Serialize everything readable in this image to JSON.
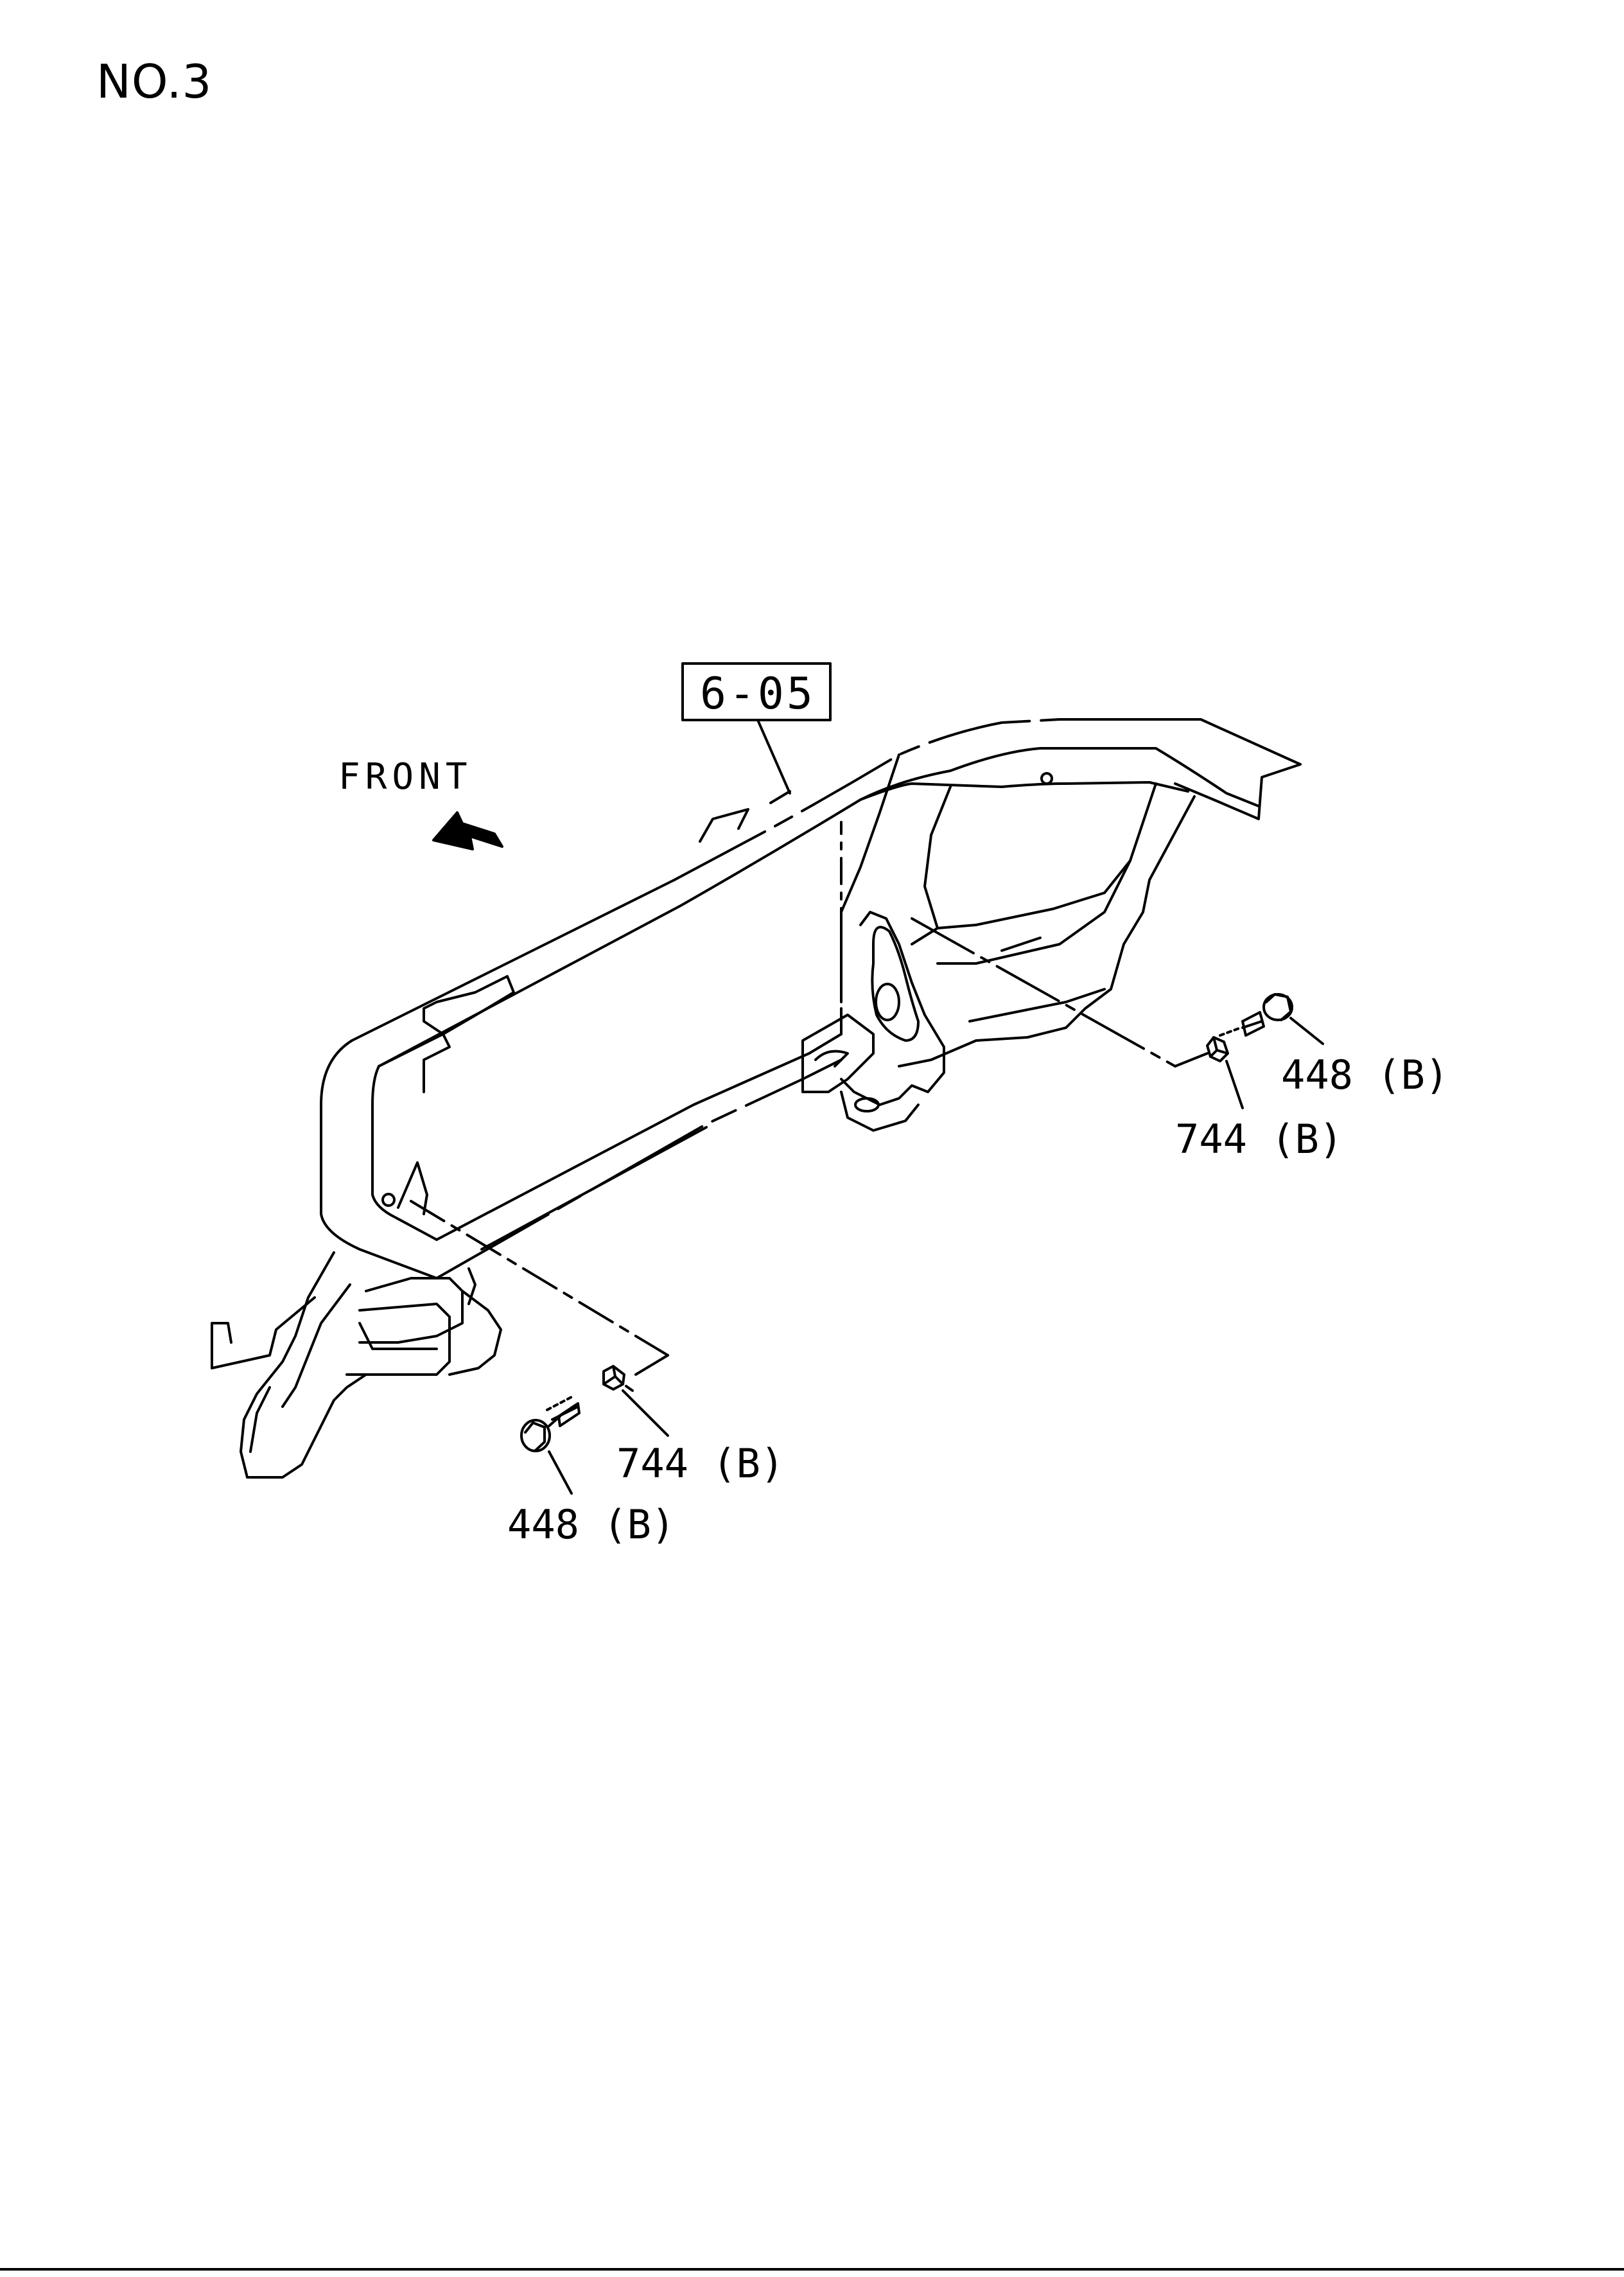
{
  "page": {
    "title": "NO.3"
  },
  "diagram": {
    "ref_box_label": "6-05",
    "direction_label": "FRONT",
    "labels": [
      {
        "id": "right-bolt",
        "text": "448 (B)"
      },
      {
        "id": "right-clip",
        "text": "744 (B)"
      },
      {
        "id": "left-clip",
        "text": "744 (B)"
      },
      {
        "id": "left-bolt",
        "text": "448 (B)"
      }
    ]
  },
  "colors": {
    "line": "#000000",
    "background": "#ffffff"
  }
}
